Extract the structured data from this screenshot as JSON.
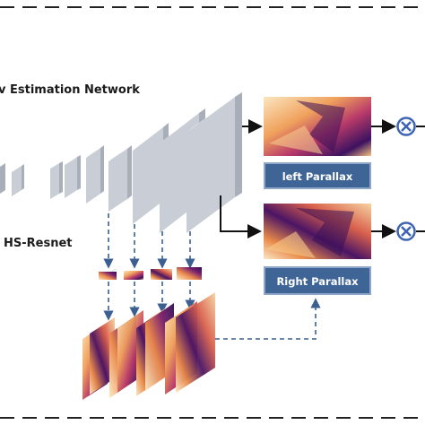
{
  "network_title": "v Estimation Network",
  "branch_title": "HS-Resnet",
  "left_parallax_label": "left Parallax",
  "right_parallax_label": "Right Parallax",
  "colors": {
    "layer_face": "#c9ced6",
    "layer_side": "#a9afb8",
    "layer_top": "#e3e6ea",
    "parallax_box": "#3e6596",
    "parallax_box_border": "#8ea7c8",
    "dashed_arrow": "#3b5f90",
    "multiply_circle": "#3d63b3",
    "dashed_border": "#222222",
    "heatmap_light": "#f7d9a9",
    "heatmap_mid": "#e07a3a",
    "heatmap_dark": "#5b1a6e"
  },
  "icons": [
    "multiply-icon",
    "multiply-icon"
  ]
}
